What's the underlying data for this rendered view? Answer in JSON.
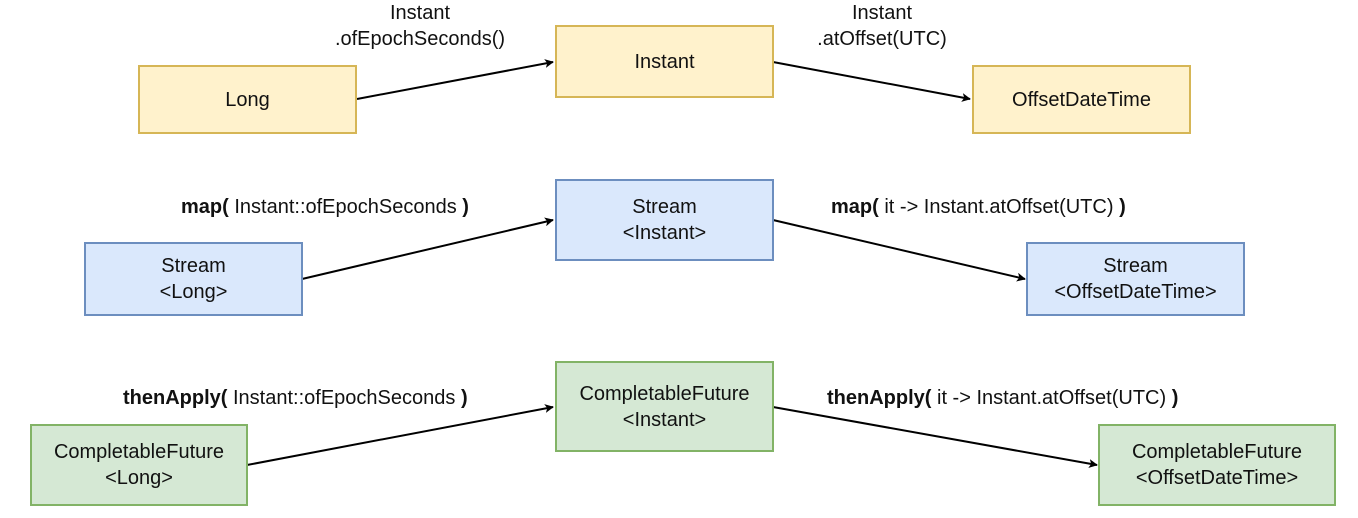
{
  "row1": {
    "boxes": {
      "left": [
        "Long"
      ],
      "middle": [
        "Instant"
      ],
      "right": [
        "OffsetDateTime"
      ]
    },
    "labels": {
      "first": [
        "Instant",
        ".ofEpochSeconds()"
      ],
      "second": [
        "Instant",
        ".atOffset(UTC)"
      ]
    }
  },
  "row2": {
    "boxes": {
      "left": [
        "Stream",
        "<Long>"
      ],
      "middle": [
        "Stream",
        "<Instant>"
      ],
      "right": [
        "Stream",
        "<OffsetDateTime>"
      ]
    },
    "labels": {
      "first": {
        "op": "map(",
        "arg": " Instant::ofEpochSeconds ",
        "close": ")"
      },
      "second": {
        "op": "map(",
        "arg": " it -> Instant.atOffset(UTC) ",
        "close": ")"
      }
    }
  },
  "row3": {
    "boxes": {
      "left": [
        "CompletableFuture",
        "<Long>"
      ],
      "middle": [
        "CompletableFuture",
        "<Instant>"
      ],
      "right": [
        "CompletableFuture",
        "<OffsetDateTime>"
      ]
    },
    "labels": {
      "first": {
        "op": "thenApply(",
        "arg": " Instant::ofEpochSeconds ",
        "close": ")"
      },
      "second": {
        "op": "thenApply(",
        "arg": " it -> Instant.atOffset(UTC) ",
        "close": ")"
      }
    }
  },
  "colors": {
    "yellow_fill": "#fff2cc",
    "yellow_stroke": "#d6b656",
    "blue_fill": "#dae8fc",
    "blue_stroke": "#6c8ebf",
    "green_fill": "#d5e8d4",
    "green_stroke": "#82b366",
    "arrow": "#000000"
  }
}
